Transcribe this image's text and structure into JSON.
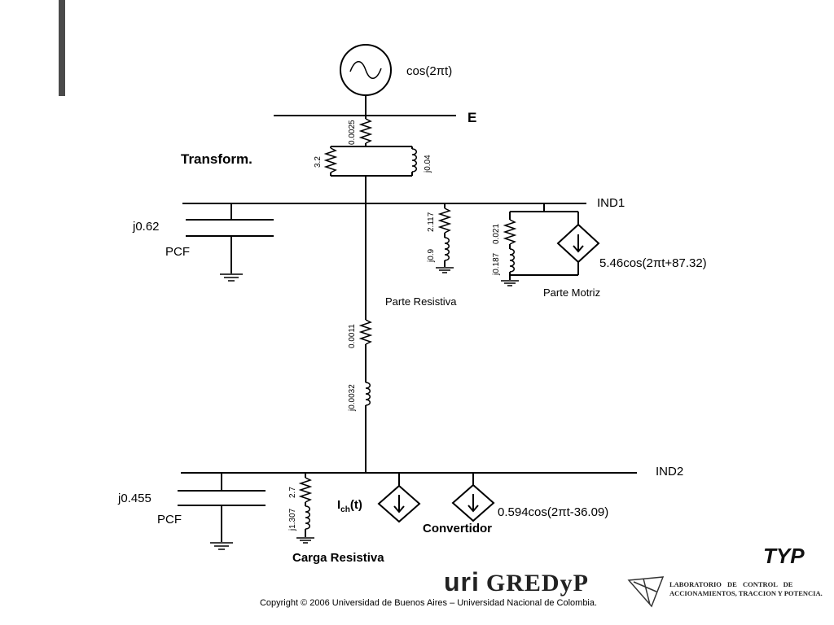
{
  "source": {
    "label": "cos(2πt)"
  },
  "bus_e": {
    "label": "E"
  },
  "transformer": {
    "title": "Transform.",
    "r_series": "0.0025",
    "r_parallel": "3.2",
    "x_parallel": "j0.04"
  },
  "bus_ind1": {
    "label": "IND1",
    "pcf": {
      "value": "j0.62",
      "label": "PCF"
    },
    "resistive": {
      "r": "2.117",
      "x": "j0.9",
      "label": "Parte Resistiva"
    },
    "motor": {
      "r": "0.021",
      "x": "j0.187",
      "source": "5.46cos(2πt+87.32)",
      "label": "Parte Motriz"
    }
  },
  "line": {
    "r": "0.0011",
    "x": "j0.0032"
  },
  "bus_ind2": {
    "label": "IND2",
    "pcf": {
      "value": "j0.455",
      "label": "PCF"
    },
    "load": {
      "r": "2.7",
      "x": "j1.307",
      "label": "Carga Resistiva"
    },
    "ich": {
      "label_main": "I",
      "label_sub": "ch",
      "label_tail": "(t)"
    },
    "converter": {
      "source": "0.594cos(2πt-36.09)",
      "label": "Convertidor"
    }
  },
  "footer": {
    "copyright": "Copyright © 2006 Universidad de Buenos Aires – Universidad Nacional de Colombia.",
    "logo_uba": "uri",
    "logo_gredyp": "GREDyP",
    "lab_line1": "LABORATORIO DE CONTROL DE",
    "lab_line2": "ACCIONAMIENTOS, TRACCION Y POTENCIA.",
    "typ": "TYP"
  }
}
